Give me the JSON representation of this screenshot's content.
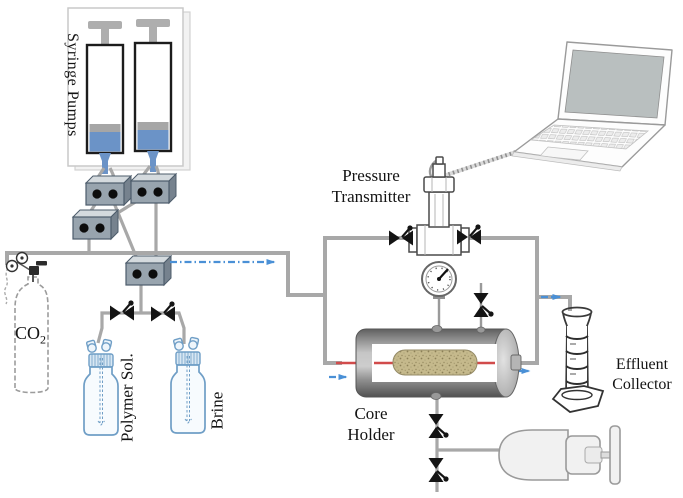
{
  "figure": {
    "labels": {
      "syringe_pumps": "Syringe Pumps",
      "co2": {
        "text": "CO",
        "subscript": "2"
      },
      "polymer_solution": "Polymer Sol.",
      "brine": "Brine",
      "pressure_transmitter": {
        "line1": "Pressure",
        "line2": "Transmitter"
      },
      "core_holder": {
        "line1": "Core",
        "line2": "Holder"
      },
      "effluent_collector": {
        "line1": "Effluent",
        "line2": "Collector"
      }
    },
    "colors": {
      "pipe": "#a8a8a8",
      "flow_arrow_blue": "#4a90d6",
      "valve_black": "#141414",
      "syringe_liquid": "#6b93c7",
      "bottle_blue": "#6f9ec6",
      "core_sample_tan": "#c5b98c",
      "flow_path_red": "#d14b4b",
      "manifold_gray": "#98a4ae",
      "laptop_screen": "#b9bfbf",
      "text": "#141414"
    }
  }
}
